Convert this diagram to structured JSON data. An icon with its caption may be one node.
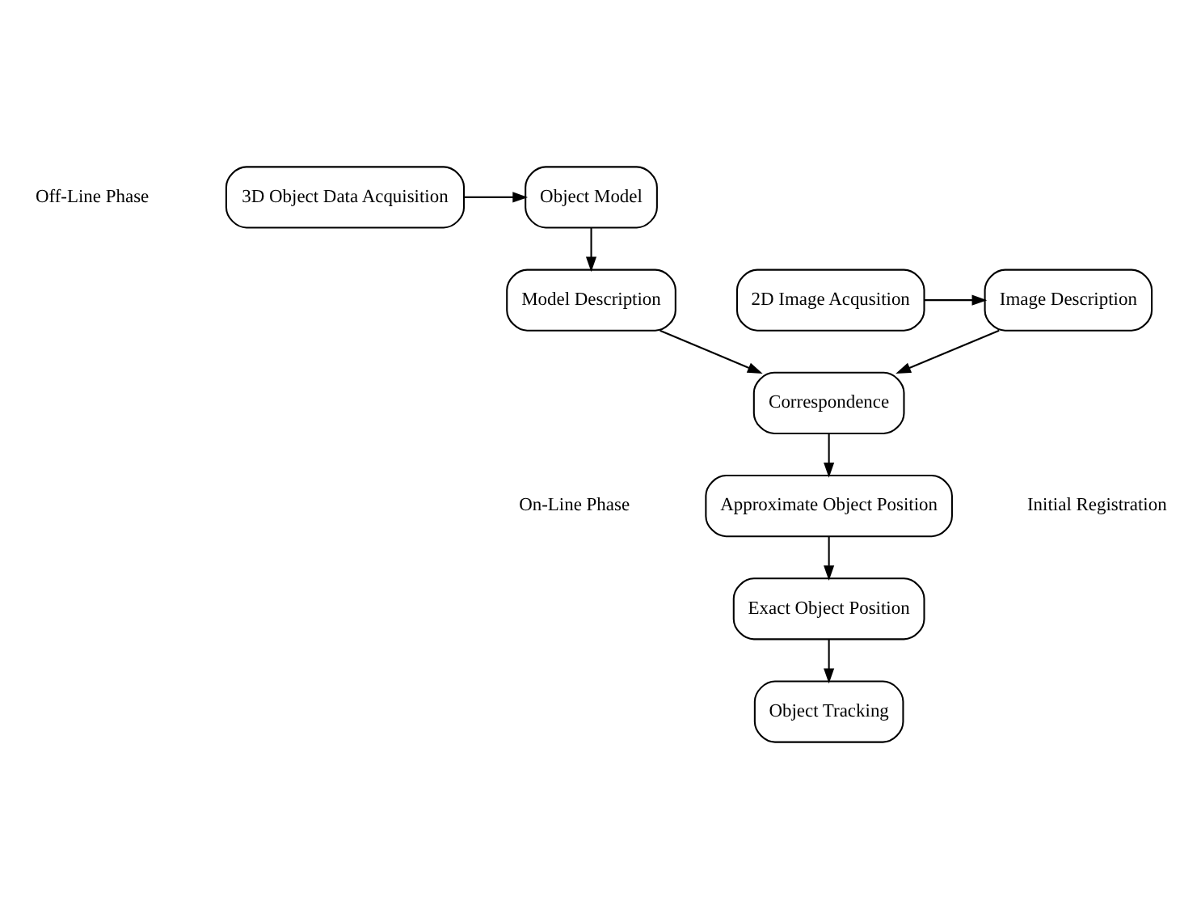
{
  "diagram": {
    "nodes": [
      {
        "text": [
          "3D Object Data Acquisition"
        ]
      },
      {
        "text": [
          "Object Model"
        ]
      },
      {
        "text": [
          "Model Description"
        ]
      },
      {
        "text": [
          "2D Image Acqusition"
        ]
      },
      {
        "text": [
          "Image Description"
        ]
      },
      {
        "text": [
          "Correspondence"
        ]
      },
      {
        "text": [
          "Approximate Object Position"
        ]
      },
      {
        "text": [
          "Exact Object Position"
        ]
      },
      {
        "text": [
          "Object Tracking"
        ]
      }
    ],
    "edges": [
      {
        "from": 0,
        "to": 1,
        "arrow": "to"
      },
      {
        "from": 1,
        "to": 2,
        "arrow": "to"
      },
      {
        "from": 2,
        "to": 5,
        "arrow": "to"
      },
      {
        "from": 3,
        "to": 4,
        "arrow": "to"
      },
      {
        "from": 4,
        "to": 5,
        "arrow": "to"
      },
      {
        "from": 5,
        "to": 6,
        "arrow": "to"
      },
      {
        "from": 6,
        "to": 7,
        "arrow": "to"
      },
      {
        "from": 7,
        "to": 8,
        "arrow": "to"
      }
    ],
    "labels": [
      "Off-Line Phase",
      "On-Line Phase",
      "Initial Registration"
    ]
  }
}
